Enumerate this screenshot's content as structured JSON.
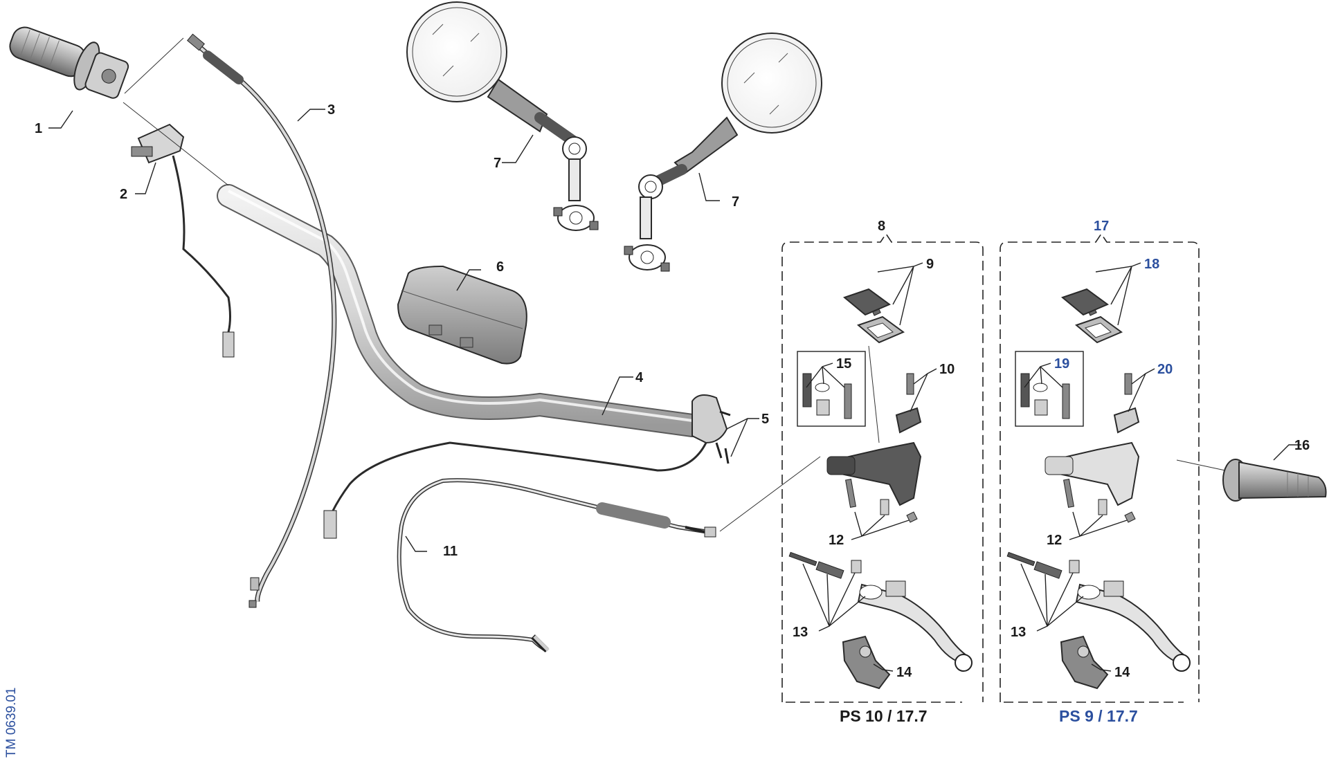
{
  "document_code": "TM 0639.01",
  "callouts": {
    "c1": "1",
    "c2": "2",
    "c3": "3",
    "c4": "4",
    "c5": "5",
    "c6": "6",
    "c7a": "7",
    "c7b": "7",
    "c8": "8",
    "c9": "9",
    "c10": "10",
    "c11": "11",
    "c12a": "12",
    "c13a": "13",
    "c14a": "14",
    "c15": "15",
    "c16": "16",
    "c17": "17",
    "c18": "18",
    "c19": "19",
    "c20": "20",
    "c12b": "12",
    "c13b": "13",
    "c14b": "14"
  },
  "captions": {
    "left_variant": "PS 10 / 17.7",
    "right_variant": "PS 9 / 17.7"
  },
  "colors": {
    "ink": "#1a1a1a",
    "accent_blue": "#2b4f9e",
    "part_fill_light": "#d9d9d9",
    "part_fill_mid": "#a6a6a6",
    "part_fill_dark": "#6e6e6e"
  }
}
